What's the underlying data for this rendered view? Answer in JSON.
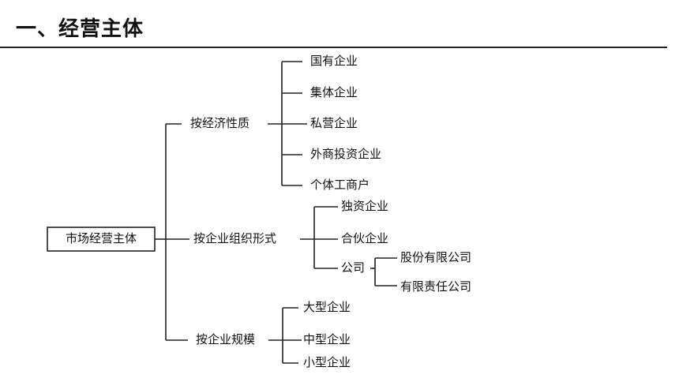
{
  "heading": "一、经营主体",
  "root": "市场经营主体",
  "branches": [
    {
      "label": "按经济性质",
      "children": [
        "国有企业",
        "集体企业",
        "私营企业",
        "外商投资企业",
        "个体工商户"
      ]
    },
    {
      "label": "按企业组织形式",
      "children": [
        "独资企业",
        "合伙企业",
        "公司"
      ],
      "sub_label": "公司",
      "sub_children": [
        "股份有限公司",
        "有限责任公司"
      ]
    },
    {
      "label": "按企业规模",
      "children": [
        "大型企业",
        "中型企业",
        "小型企业"
      ]
    }
  ]
}
